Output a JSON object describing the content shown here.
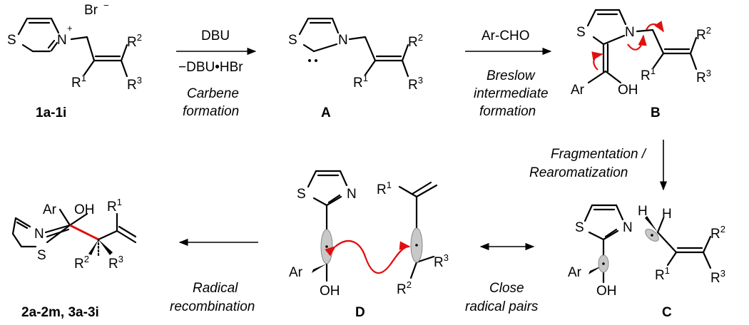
{
  "compounds": {
    "c1": "1a-1i",
    "A": "A",
    "B": "B",
    "C": "C",
    "D": "D",
    "products": "2a-2m, 3a-3i"
  },
  "atoms": {
    "S": "S",
    "N": "N",
    "Nplus": "N",
    "plus": "+",
    "bromide": "Br",
    "minus": "−",
    "Ar": "Ar",
    "OH": "OH",
    "R": "R",
    "H": "H",
    "sup1": "1",
    "sup2": "2",
    "sup3": "3"
  },
  "steps": {
    "s1_reagent": "DBU",
    "s1_byproduct": "−DBU•HBr",
    "s1_label1": "Carbene",
    "s1_label2": "formation",
    "s2_reagent": "Ar-CHO",
    "s2_label1": "Breslow",
    "s2_label2": "intermediate",
    "s2_label3": "formation",
    "s3_label1": "Fragmentation /",
    "s3_label2": "Rearomatization",
    "s4_label1": "Close",
    "s4_label2": "radical pairs",
    "s5_label1": "Radical",
    "s5_label2": "recombination"
  },
  "colors": {
    "arrow_push": "#e01010",
    "new_bond": "#e01010",
    "radical_lobe": "#c8c8c8"
  }
}
